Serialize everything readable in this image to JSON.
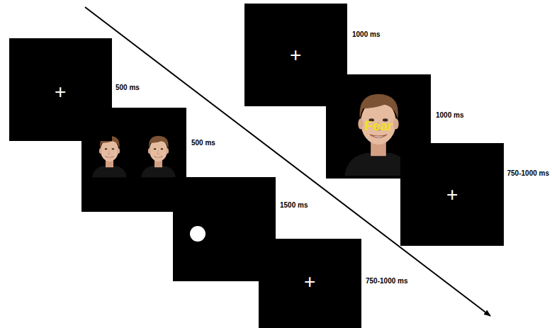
{
  "diagram": {
    "nodes": [
      {
        "text": [
          "+"
        ]
      },
      {
        "text": [
          "+"
        ]
      },
      {
        "text": [
          "+"
        ]
      },
      {
        "text": [
          "Fear"
        ]
      },
      {
        "text": [
          "+"
        ]
      }
    ],
    "labels": [
      "500 ms",
      "500 ms",
      "1500 ms",
      "750-1000 ms",
      "1000 ms",
      "1000 ms",
      "750-1000 ms"
    ]
  }
}
